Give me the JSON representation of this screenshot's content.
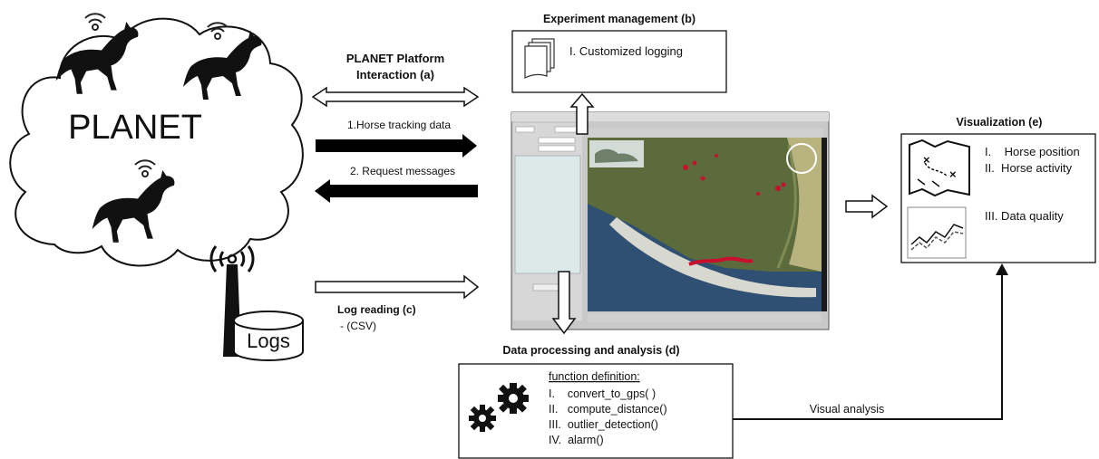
{
  "cloud": {
    "label": "PLANET"
  },
  "logs": {
    "label": "Logs"
  },
  "interaction": {
    "title_line1": "PLANET Platform",
    "title_line2": "Interaction (a)",
    "arrow1": "1.Horse tracking data",
    "arrow2": "2. Request messages"
  },
  "log_reading": {
    "title": "Log reading (c)",
    "format": "- (CSV)"
  },
  "experiment": {
    "title": "Experiment management (b)",
    "item": "I. Customized logging"
  },
  "visualization": {
    "title": "Visualization (e)",
    "items": [
      "I.    Horse position",
      "II.  Horse activity",
      "III. Data quality"
    ]
  },
  "processing": {
    "title": "Data processing and analysis (d)",
    "heading": "function definition:",
    "functions": [
      "I.    convert_to_gps( )",
      "II.   compute_distance()",
      "III.  outlier_detection()",
      "IV.  alarm()"
    ]
  },
  "visual_analysis": {
    "label": "Visual analysis"
  },
  "colors": {
    "arrow_fill": "#000000",
    "map_land": "#5c6b3c",
    "map_water": "#2f4f73",
    "track": "#c8102e"
  }
}
